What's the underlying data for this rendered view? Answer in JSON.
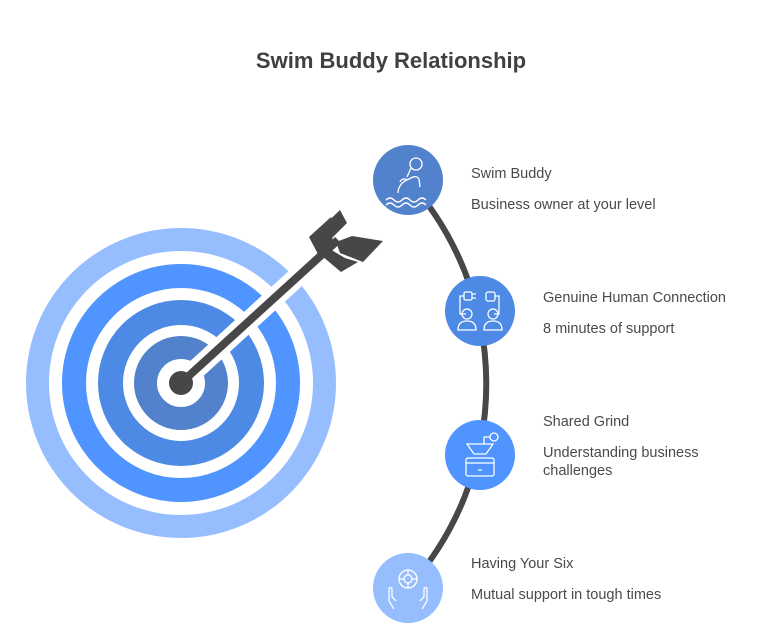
{
  "title": "Swim Buddy Relationship",
  "colors": {
    "ring_inner": "#5282CC",
    "ring_2": "#4D8AE6",
    "ring_3": "#5094FF",
    "ring_outer": "#96BEFF",
    "arrow": "#474747",
    "arc": "#474747",
    "text": "#4a4a4a"
  },
  "items": [
    {
      "title": "Swim Buddy",
      "description": "Business owner at your level",
      "icon": "swimmer-icon",
      "color": "#5282CC"
    },
    {
      "title": "Genuine Human Connection",
      "description": "8 minutes of support",
      "icon": "people-plug-icon",
      "color": "#4D8AE6"
    },
    {
      "title": "Shared Grind",
      "description": "Understanding business challenges",
      "icon": "coffee-grinder-icon",
      "color": "#5094FF"
    },
    {
      "title": "Having Your Six",
      "description": "Mutual support in tough times",
      "icon": "hands-lifebuoy-icon",
      "color": "#96BEFF"
    }
  ]
}
